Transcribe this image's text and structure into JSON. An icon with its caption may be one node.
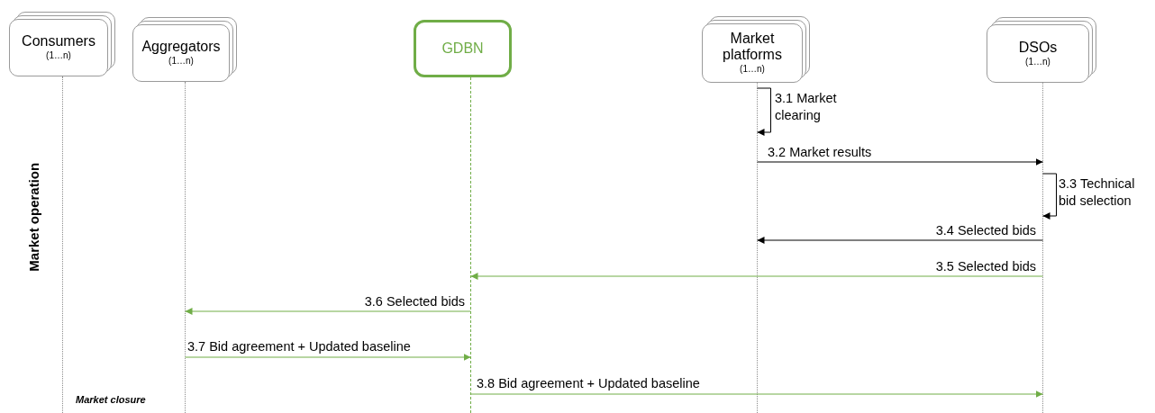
{
  "diagram": {
    "nodes": [
      {
        "text": [
          "Consumers",
          "(1…n)"
        ]
      },
      {
        "text": [
          "Aggregators",
          "(1…n)"
        ]
      },
      {
        "text": [
          "GDBN"
        ]
      },
      {
        "text": [
          "Market platforms",
          "(1…n)"
        ]
      },
      {
        "text": [
          "DSOs",
          "(1…n)"
        ]
      },
      {
        "text": [],
        "shape": "line"
      },
      {
        "text": [],
        "shape": "line"
      },
      {
        "text": [],
        "shape": "line"
      },
      {
        "text": [],
        "shape": "line"
      },
      {
        "text": [],
        "shape": "line"
      }
    ],
    "edges": [
      {
        "from": 8,
        "to": 8,
        "arrow": "to",
        "label": "3.1 Market clearing"
      },
      {
        "from": 8,
        "to": 9,
        "arrow": "to",
        "label": "3.2 Market results"
      },
      {
        "from": 9,
        "to": 9,
        "arrow": "to",
        "label": "3.3 Technical bid selection"
      },
      {
        "from": 9,
        "to": 8,
        "arrow": "to",
        "label": "3.4 Selected bids"
      },
      {
        "from": 9,
        "to": 7,
        "arrow": "to",
        "label": "3.5 Selected bids",
        "color": "#70ad47"
      },
      {
        "from": 7,
        "to": 6,
        "arrow": "to",
        "label": "3.6 Selected bids",
        "color": "#70ad47"
      },
      {
        "from": 6,
        "to": 7,
        "arrow": "to",
        "label": "3.7 Bid agreement + Updated baseline",
        "color": "#70ad47"
      },
      {
        "from": 7,
        "to": 9,
        "arrow": "to",
        "label": "3.8 Bid agreement + Updated baseline",
        "color": "#70ad47"
      }
    ],
    "labels": [
      "Market operation",
      "Market closure"
    ]
  }
}
